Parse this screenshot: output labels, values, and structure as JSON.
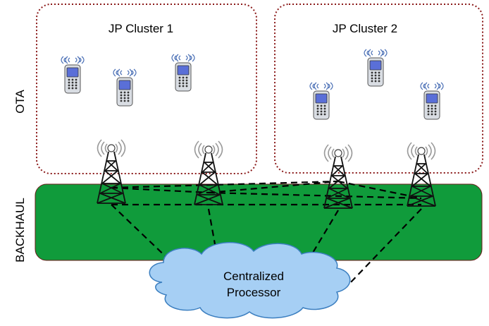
{
  "side_labels": {
    "ota": "OTA",
    "backhaul": "BACKHAUL"
  },
  "clusters": [
    {
      "label": "JP Cluster 1"
    },
    {
      "label": "JP Cluster 2"
    }
  ],
  "processor": {
    "line1": "Centralized",
    "line2": "Processor"
  },
  "colors": {
    "backhaul_fill": "#109B3B",
    "cluster_border": "#8B1A1A",
    "cloud_fill": "#A6CFF4",
    "cloud_stroke": "#3C7FC0",
    "phone_screen": "#5A6FD8",
    "tower_stroke": "#111111"
  },
  "icons": {
    "phone": "mobile-phone-icon",
    "tower": "cell-tower-icon",
    "cloud": "cloud-icon"
  }
}
